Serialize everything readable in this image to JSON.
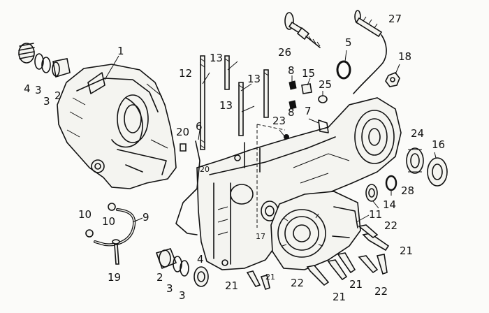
{
  "labels": {
    "l1": "1",
    "l2": "2",
    "l3a": "3",
    "l3b": "3",
    "l4": "4",
    "l5": "5",
    "l6": "6",
    "l7": "7",
    "l8a": "8",
    "l8b": "8",
    "l9": "9",
    "l10a": "10",
    "l10b": "10",
    "l11": "11",
    "l12": "12",
    "l13a": "13",
    "l13b": "13",
    "l13c": "13",
    "l14": "14",
    "l15": "15",
    "l16": "16",
    "l17": "17",
    "l18": "18",
    "l19": "19",
    "l20a": "20",
    "l20b": "20",
    "l21a": "21",
    "l21b": "21",
    "l21c": "21",
    "l21d": "21",
    "l21e": "21",
    "l22a": "22",
    "l22b": "22",
    "l22c": "22",
    "l23": "23",
    "l24": "24",
    "l25": "25",
    "l26": "26",
    "l27": "27",
    "l28": "28",
    "l2b": "2",
    "l3c": "3",
    "l3d": "3",
    "l4b": "4"
  }
}
